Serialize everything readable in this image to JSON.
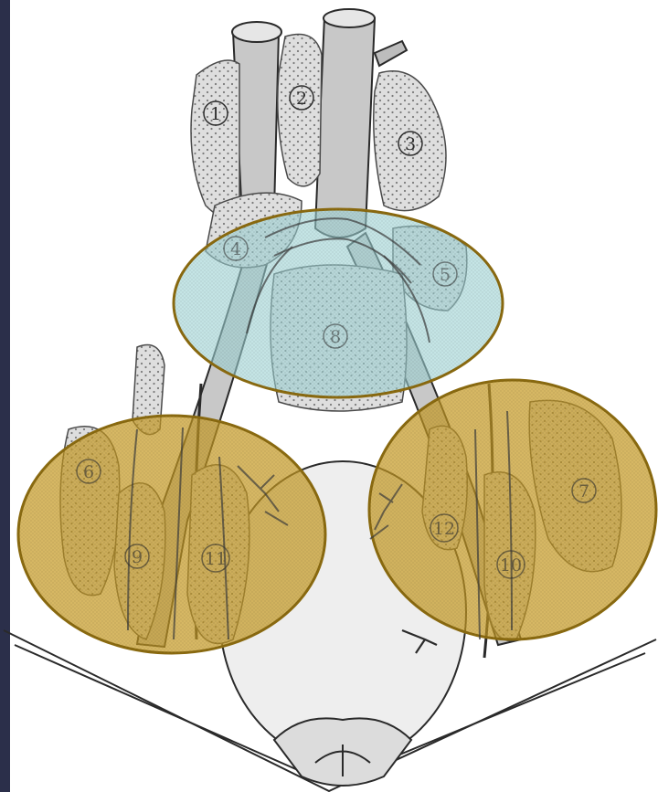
{
  "figure": {
    "colors": {
      "page": "#ffffff",
      "edge_strip": "#2b2f4a",
      "node_fill": "#d9d9d9",
      "node_stipple": "#7a7a7a",
      "vessel_fill": "#c8c8c8",
      "outline": "#2a2a2a",
      "highlight_blue": "#9fd3d6",
      "highlight_gold": "#c69a22",
      "highlight_border": "#8a6a10"
    },
    "node_labels": [
      "1",
      "2",
      "3",
      "4",
      "5",
      "6",
      "7",
      "8",
      "9",
      "10",
      "11",
      "12"
    ],
    "highlight_regions": [
      {
        "name": "central-region",
        "color": "highlight_blue",
        "contains": [
          "4",
          "5",
          "8"
        ]
      },
      {
        "name": "left-region",
        "color": "highlight_gold",
        "contains": [
          "6",
          "9",
          "11"
        ]
      },
      {
        "name": "right-region",
        "color": "highlight_gold",
        "contains": [
          "7",
          "10",
          "12"
        ]
      }
    ]
  }
}
